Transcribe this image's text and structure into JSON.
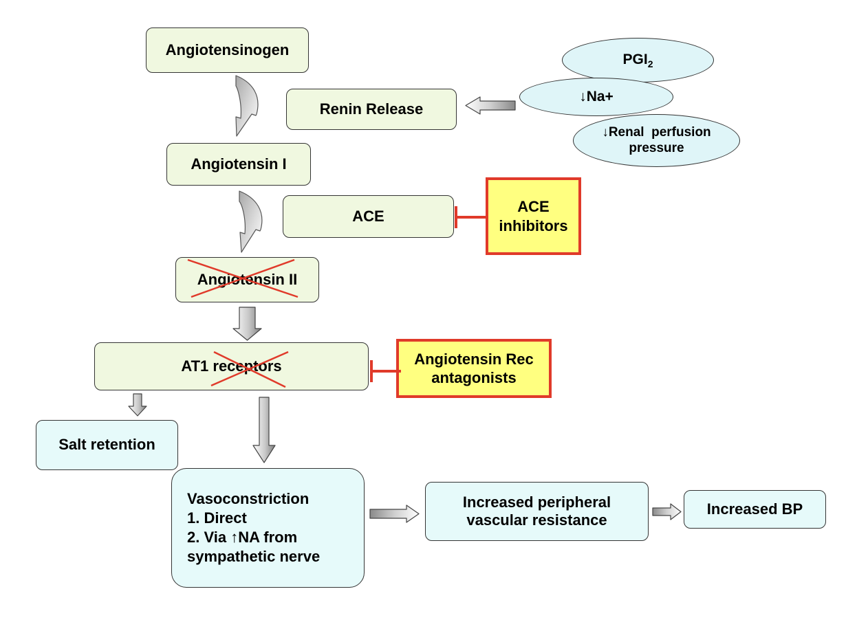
{
  "nodes": {
    "angiotensinogen": "Angiotensinogen",
    "renin_release": "Renin Release",
    "angiotensin_1": "Angiotensin I",
    "ace": "ACE",
    "angiotensin_2": "Angiotensin II",
    "at1_receptors": "AT1 receptors",
    "salt_retention": "Salt retention",
    "vasoconstriction": {
      "title": "Vasoconstriction",
      "item1": "1. Direct",
      "item2_prefix": "2. Via ",
      "item2_arrow": "↑",
      "item2_rest": "NA from",
      "item3": "sympathetic nerve"
    },
    "increased_pvr_line1": "Increased peripheral",
    "increased_pvr_line2": "vascular resistance",
    "increased_bp": "Increased BP"
  },
  "stimuli": {
    "pgi2_base": "PGI",
    "pgi2_sub": "2",
    "low_na": "↓Na+",
    "low_renal_perfusion_line1": "↓Renal  perfusion",
    "low_renal_perfusion_line2": "pressure"
  },
  "inhibitors": {
    "ace_inhibitors_line1": "ACE",
    "ace_inhibitors_line2": "inhibitors",
    "arb_line1": "Angiotensin Rec",
    "arb_line2": "antagonists"
  },
  "colors": {
    "node_green": "#f0f8e0",
    "node_cyan": "#e6fafa",
    "inhibitor_fill": "#ffff80",
    "inhibitor_border": "#e03a2a",
    "cross_red": "#e03a2a"
  }
}
